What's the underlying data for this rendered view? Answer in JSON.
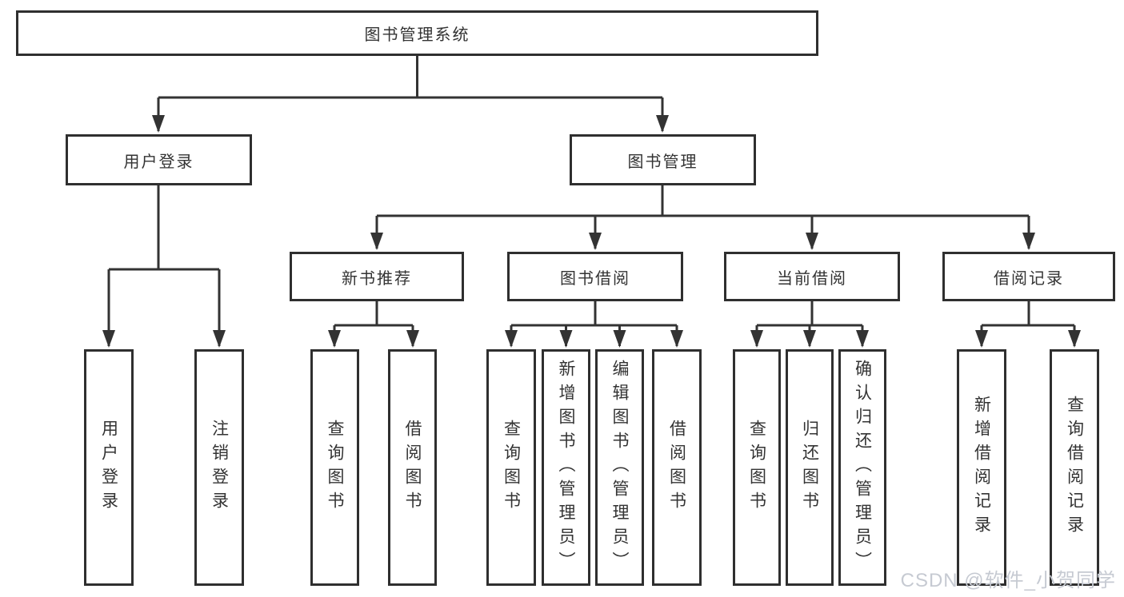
{
  "diagram": {
    "root": {
      "label": "图书管理系统"
    },
    "level2": [
      {
        "label": "用户登录"
      },
      {
        "label": "图书管理"
      }
    ],
    "level3": [
      {
        "label": "新书推荐"
      },
      {
        "label": "图书借阅"
      },
      {
        "label": "当前借阅"
      },
      {
        "label": "借阅记录"
      }
    ],
    "leaves": {
      "user": [
        "用户登录",
        "注销登录"
      ],
      "newbook": [
        "查询图书",
        "借阅图书"
      ],
      "borrow": [
        "查询图书",
        "新增图书（管理员）",
        "编辑图书（管理员）",
        "借阅图书"
      ],
      "current": [
        "查询图书",
        "归还图书",
        "确认归还（管理员）"
      ],
      "records": [
        "新增借阅记录",
        "查询借阅记录"
      ]
    }
  },
  "watermark": {
    "text": "CSDN @软件_小贺同学",
    "color": "#c6cad2"
  },
  "colors": {
    "line": "#333333",
    "box_border": "#2f2f2f",
    "text": "#333333",
    "background": "#ffffff"
  }
}
